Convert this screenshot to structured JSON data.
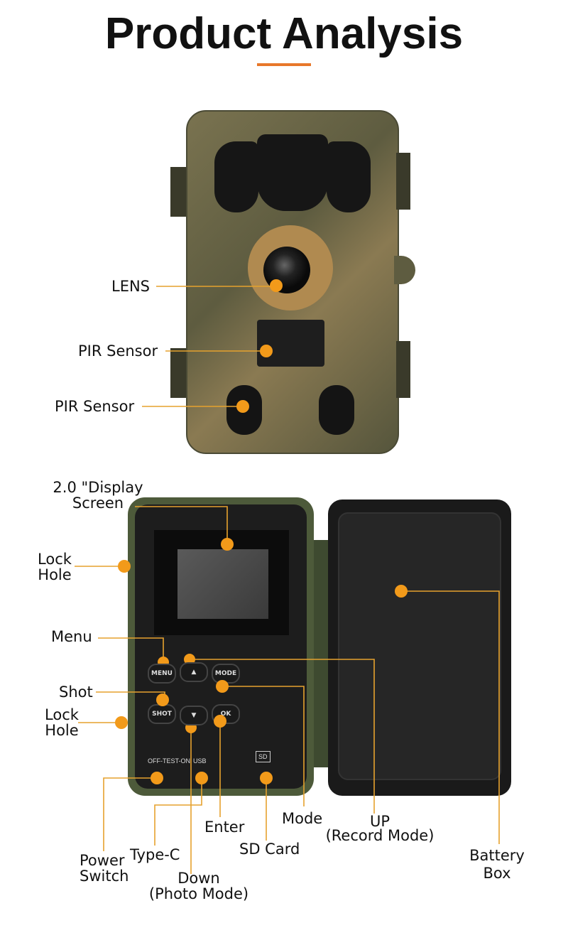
{
  "title": "Product Analysis",
  "colors": {
    "accent": "#e8782a",
    "dot": "#f29a1a",
    "line": "#e6a22e"
  },
  "front_labels": {
    "lens": "LENS",
    "pir1": "PIR Sensor",
    "pir2": "PIR Sensor"
  },
  "back_labels": {
    "display_line1": "2.0 \"Display",
    "display_line2": "Screen",
    "lock_hole_line1": "Lock",
    "lock_hole_line2": "Hole",
    "menu": "Menu",
    "shot": "Shot",
    "power_line1": "Power",
    "power_line2": "Switch",
    "type_c": "Type-C",
    "down_line1": "Down",
    "down_line2": "(Photo Mode)",
    "enter": "Enter",
    "sd_card": "SD Card",
    "mode": "Mode",
    "up_line1": "UP",
    "up_line2": "(Record Mode)",
    "battery_line1": "Battery",
    "battery_line2": "Box"
  },
  "device_text": {
    "menu": "MENU",
    "mode": "MODE",
    "shot": "SHOT",
    "ok": "OK",
    "up": "▲",
    "down": "▼",
    "switch": "OFF-TEST-ON",
    "usb": "USB",
    "sd": "SD"
  }
}
